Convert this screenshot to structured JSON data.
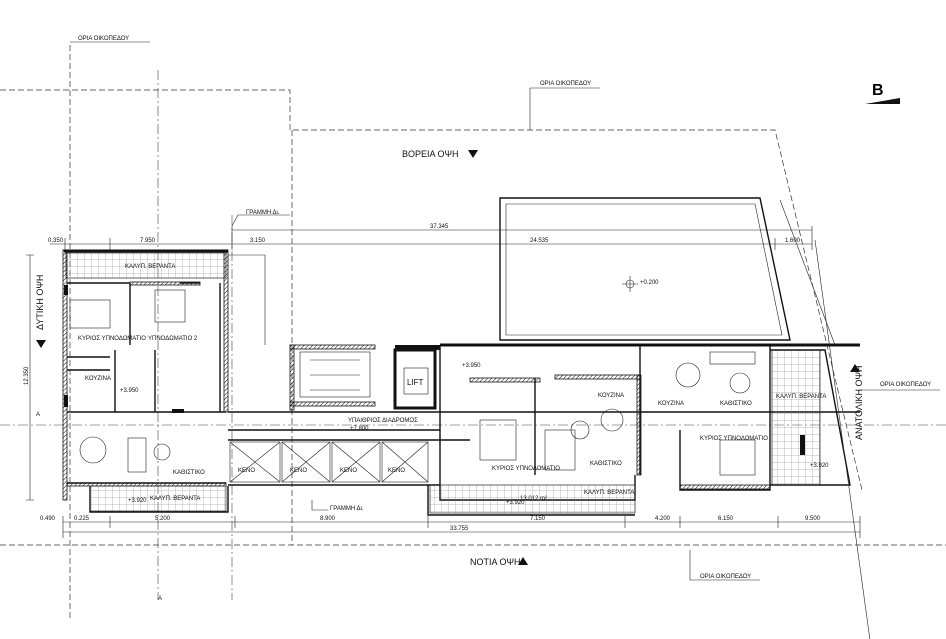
{
  "north_label": "Β",
  "boundary_label": "ΟΡΙΑ ΟΙΚΟΠΕΔΟΥ",
  "elevations": {
    "north": "ΒΟΡΕΙΑ ΟΨΗ",
    "south": "ΝΟΤΙΑ ΟΨΗ",
    "west": "ΔΥΤΙΚΗ ΟΨΗ",
    "east": "ΑΝΑΤΟΛΙΚΗ ΟΨΗ"
  },
  "building_line": "ΓΡΑΜΜΗ Δι.",
  "section_mark": "A",
  "rooms": {
    "covered_veranda": "ΚΑΛΥΠ. ΒΕΡΑΝΤΑ",
    "master_bedroom": "ΚΥΡΙΟΣ ΥΠΝΟΔΩΜΑΤΙΟ",
    "bedroom_2": "ΥΠΝΟΔΩΜΑΤΙΟ 2",
    "kitchen": "ΚΟΥΖΙΝΑ",
    "living": "ΚΑΘΙΣΤΙΚΟ",
    "void": "ΚΕΝΟ",
    "lift": "LIFT",
    "corridor": "ΥΠΑΙΘΡΙΟΣ ΔΙΑΔΡΟΜΟΣ"
  },
  "levels": {
    "pool": "+0.200",
    "flat": "+3.950",
    "veranda": "+3.920",
    "corridor": "+7.800"
  },
  "dimensions": {
    "top_total": "37.345",
    "top_left_a": "0.350",
    "top_left_b": "7.950",
    "top_left_c": "3.150",
    "top_mid": "24.535",
    "top_right": "1.600",
    "left_total": "12.350",
    "bottom_a": "0.490",
    "bottom_b": "0.225",
    "bottom_c": "5.200",
    "bottom_d": "8.900",
    "bottom_e": "7.150",
    "bottom_f": "4.200",
    "bottom_g": "6.150",
    "bottom_h": "9.500",
    "bottom_total": "33.755",
    "area": "13.012 m²"
  }
}
